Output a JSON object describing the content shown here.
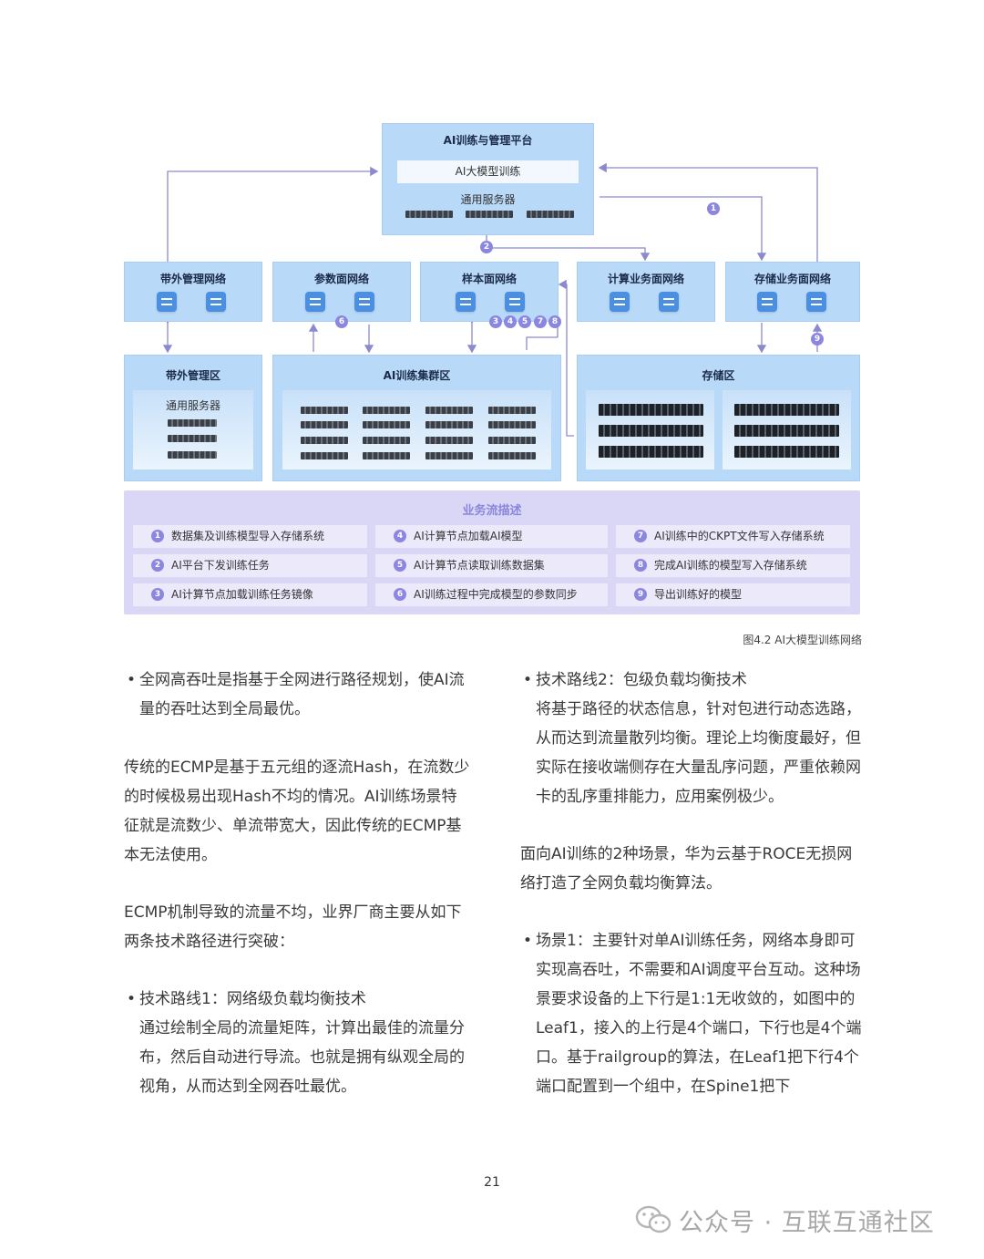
{
  "diagram": {
    "platform": {
      "title": "AI训练与管理平台",
      "subtitle": "AI大模型训练",
      "server_label": "通用服务器"
    },
    "networks": [
      {
        "name": "带外管理网络"
      },
      {
        "name": "参数面网络"
      },
      {
        "name": "样本面网络"
      },
      {
        "name": "计算业务面网络"
      },
      {
        "name": "存储业务面网络"
      }
    ],
    "zones": {
      "oob": {
        "title": "带外管理区",
        "server_label": "通用服务器"
      },
      "cluster": {
        "title": "AI训练集群区"
      },
      "storage": {
        "title": "存储区"
      }
    },
    "markers": [
      "1",
      "2",
      "3",
      "4",
      "5",
      "6",
      "7",
      "8",
      "9"
    ],
    "legend": {
      "title": "业务流描述",
      "items": [
        {
          "n": "1",
          "text": "数据集及训练模型导入存储系统"
        },
        {
          "n": "2",
          "text": "AI平台下发训练任务"
        },
        {
          "n": "3",
          "text": "AI计算节点加载训练任务镜像"
        },
        {
          "n": "4",
          "text": "AI计算节点加载AI模型"
        },
        {
          "n": "5",
          "text": "AI计算节点读取训练数据集"
        },
        {
          "n": "6",
          "text": "AI训练过程中完成模型的参数同步"
        },
        {
          "n": "7",
          "text": "AI训练中的CKPT文件写入存储系统"
        },
        {
          "n": "8",
          "text": "完成AI训练的模型写入存储系统"
        },
        {
          "n": "9",
          "text": "导出训练好的模型"
        }
      ]
    },
    "caption": "图4.2  AI大模型训练网络"
  },
  "left_column": {
    "bullet1": "全网高吞吐是指基于全网进行路径规划，使AI流量的吞吐达到全局最优。",
    "para1": "传统的ECMP是基于五元组的逐流Hash，在流数少的时候极易出现Hash不均的情况。AI训练场景特征就是流数少、单流带宽大，因此传统的ECMP基本无法使用。",
    "para2": "ECMP机制导致的流量不均，业界厂商主要从如下两条技术路径进行突破：",
    "bullet2_title": "技术路线1：网络级负载均衡技术",
    "bullet2_body": "通过绘制全局的流量矩阵，计算出最佳的流量分布，然后自动进行导流。也就是拥有纵观全局的视角，从而达到全网吞吐最优。"
  },
  "right_column": {
    "bullet1_title": "技术路线2：包级负载均衡技术",
    "bullet1_body": "将基于路径的状态信息，针对包进行动态选路，从而达到流量散列均衡。理论上均衡度最好，但实际在接收端侧存在大量乱序问题，严重依赖网卡的乱序重排能力，应用案例极少。",
    "para1": "面向AI训练的2种场景，华为云基于ROCE无损网络打造了全网负载均衡算法。",
    "bullet2": "场景1：主要针对单AI训练任务，网络本身即可实现高吞吐，不需要和AI调度平台互动。这种场景要求设备的上下行是1:1无收敛的，如图中的Leaf1，接入的上行是4个端口，下行也是4个端口。基于railgroup的算法，在Leaf1把下行4个端口配置到一个组中，在Spine1把下"
  },
  "page_number": "21",
  "watermark": "公众号 · 互联互通社区",
  "colors": {
    "box": "#b9d9f8",
    "legend_bg": "#d9d6f6",
    "marker": "#8b86df",
    "arrow": "#8c89cf"
  }
}
